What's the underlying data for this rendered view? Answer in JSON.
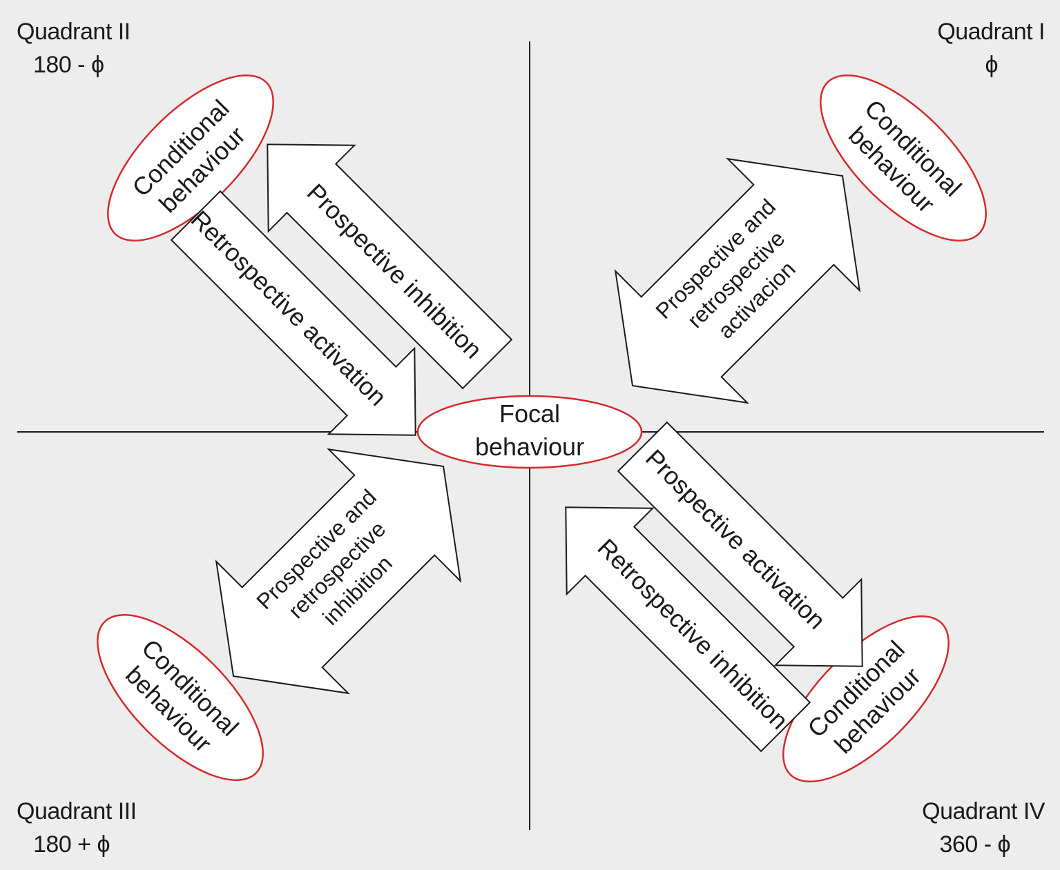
{
  "quadrants": {
    "q1": {
      "name": "Quadrant I",
      "angle": "ϕ"
    },
    "q2": {
      "name": "Quadrant II",
      "angle": "180 - ϕ"
    },
    "q3": {
      "name": "Quadrant III",
      "angle": "180 + ϕ"
    },
    "q4": {
      "name": "Quadrant IV",
      "angle": "360 - ϕ"
    }
  },
  "focal": {
    "line1": "Focal",
    "line2": "behaviour"
  },
  "conditional": {
    "line1": "Conditional",
    "line2": "behaviour"
  },
  "arrows": {
    "q2_prospective": "Prospective inhibition",
    "q2_retrospective": "Retrospective activation",
    "q1_double": [
      "Prospective and",
      "retrospective",
      "activacion"
    ],
    "q3_double": [
      "Prospective and",
      "retrospective",
      "inhibition"
    ],
    "q4_prospective": "Prospective activation",
    "q4_retrospective": "Retrospective inhibition"
  },
  "colors": {
    "background": "#ededed",
    "ellipse_stroke": "#d42a2a",
    "arrow_fill": "#ffffff",
    "line": "#1a1a1a"
  }
}
